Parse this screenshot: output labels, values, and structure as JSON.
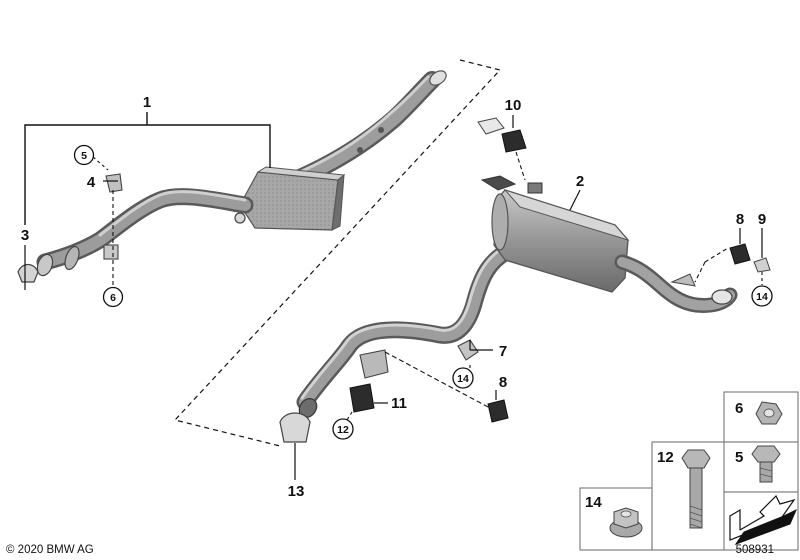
{
  "labels": {
    "p1": "1",
    "p2": "2",
    "p3": "3",
    "p4": "4",
    "p5": "5",
    "p6": "6",
    "p7": "7",
    "p8a": "8",
    "p8b": "8",
    "p9": "9",
    "p10": "10",
    "p11": "11",
    "p12": "12",
    "p13": "13",
    "p14a": "14",
    "p14b": "14"
  },
  "parts_box": {
    "b6": "6",
    "b12": "12",
    "b5": "5",
    "b14": "14"
  },
  "copyright": "© 2020 BMW AG",
  "diagram_id": "508931",
  "colors": {
    "pipe": "#8a8a8a",
    "pipe_dark": "#5e5e5e",
    "pipe_light": "#b8b8b8",
    "rubber": "#2b2b2b",
    "line": "#111111"
  }
}
